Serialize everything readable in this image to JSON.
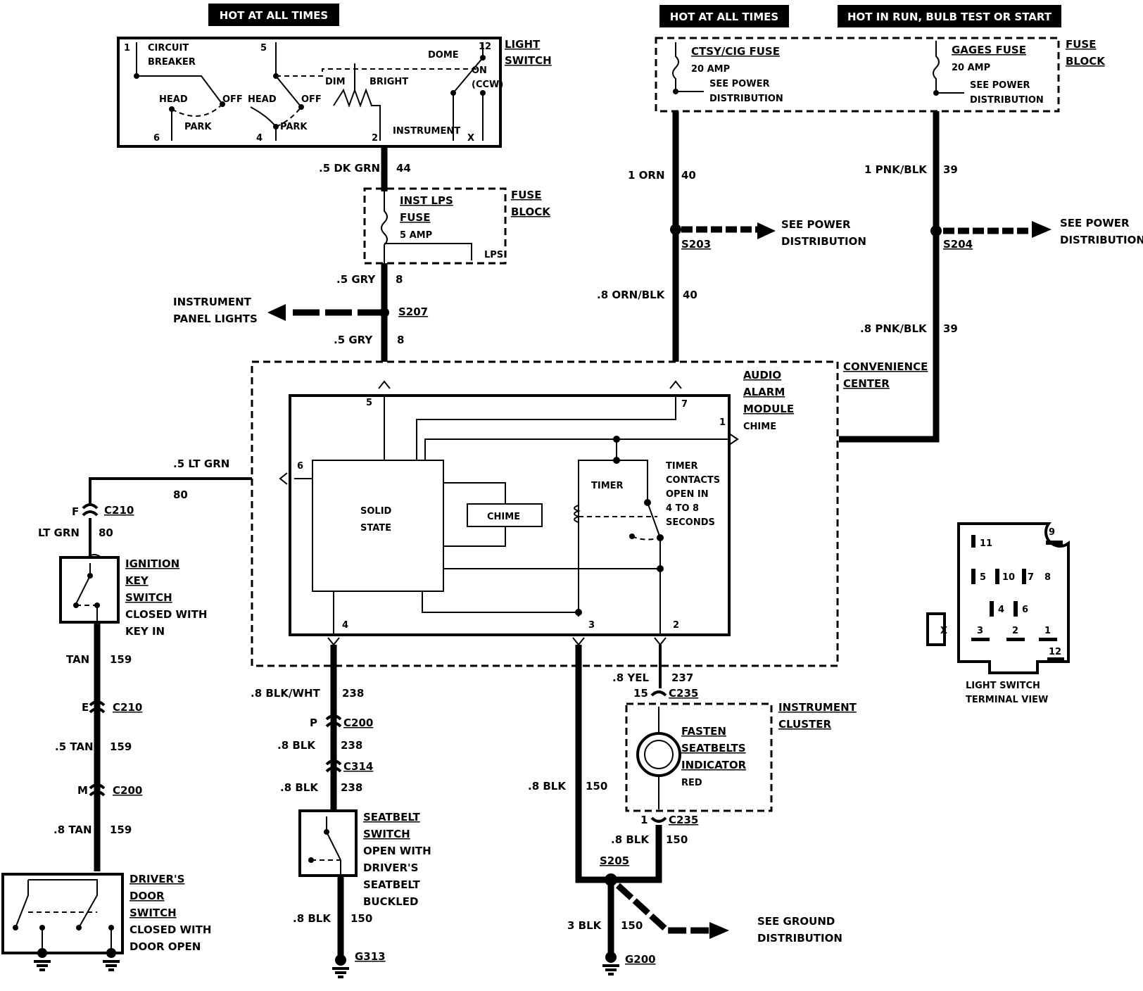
{
  "labels": {
    "hot_all_times_1": "HOT AT ALL TIMES",
    "hot_all_times_2": "HOT AT ALL TIMES",
    "hot_run": "HOT IN RUN, BULB TEST OR START",
    "light_switch_1": "LIGHT",
    "light_switch_2": "SWITCH",
    "circuit_breaker_1": "CIRCUIT",
    "circuit_breaker_2": "BREAKER",
    "dome": "DOME",
    "on": "ON",
    "ccw": "(CCW)",
    "dim": "DIM",
    "bright": "BRIGHT",
    "head_1": "HEAD",
    "head_2": "HEAD",
    "off_1": "OFF",
    "off_2": "OFF",
    "park_1": "PARK",
    "park_2": "PARK",
    "instrument": "INSTRUMENT",
    "ls_t1": "1",
    "ls_t5": "5",
    "ls_t12": "12",
    "ls_t6": "6",
    "ls_t4": "4",
    "ls_t2": "2",
    "ls_tx": "X",
    "w_5dkgrn": ".5 DK GRN",
    "c_44": "44",
    "inst_lps_fuse_1": "INST LPS",
    "inst_lps_fuse_2": "FUSE",
    "five_amp": "5 AMP",
    "lps": "LPS",
    "fuse_block_1a": "FUSE",
    "fuse_block_1b": "BLOCK",
    "w_5gry_1": ".5 GRY",
    "c_8_1": "8",
    "s207": "S207",
    "instrument_panel_lights_1": "INSTRUMENT",
    "instrument_panel_lights_2": "PANEL LIGHTS",
    "w_5gry_2": ".5 GRY",
    "c_8_2": "8",
    "ctsy_fuse": "CTSY/CIG FUSE",
    "amp20_1": "20 AMP",
    "see_power_1a": "SEE POWER",
    "see_power_1b": "DISTRIBUTION",
    "gages_fuse": "GAGES FUSE",
    "amp20_2": "20 AMP",
    "see_power_2a": "SEE POWER",
    "see_power_2b": "DISTRIBUTION",
    "fuse_block_2a": "FUSE",
    "fuse_block_2b": "BLOCK",
    "w_1orn": "1 ORN",
    "c_40_1": "40",
    "w_1pnkblk": "1 PNK/BLK",
    "c_39_1": "39",
    "s203": "S203",
    "s204": "S204",
    "see_power_3a": "SEE POWER",
    "see_power_3b": "DISTRIBUTION",
    "see_power_4a": "SEE POWER",
    "see_power_4b": "DISTRIBUTION",
    "w_8ornblk": ".8 ORN/BLK",
    "c_40_2": "40",
    "w_8pnkblk": ".8 PNK/BLK",
    "c_39_2": "39",
    "convenience_1": "CONVENIENCE",
    "convenience_2": "CENTER",
    "audio_1": "AUDIO",
    "audio_2": "ALARM",
    "audio_3": "MODULE",
    "audio_4": "CHIME",
    "pin_5": "5",
    "pin_7": "7",
    "pin_1": "1",
    "pin_6": "6",
    "pin_4": "4",
    "pin_3": "3",
    "pin_2": "2",
    "solid_state_1": "SOLID",
    "solid_state_2": "STATE",
    "chime": "CHIME",
    "timer": "TIMER",
    "timer_contacts_1": "TIMER",
    "timer_contacts_2": "CONTACTS",
    "timer_contacts_3": "OPEN IN",
    "timer_contacts_4": "4 TO 8",
    "timer_contacts_5": "SECONDS",
    "w_5ltgrn": ".5 LT GRN",
    "c_80_1": "80",
    "f": "F",
    "c210_1": "C210",
    "ltgrn": "LT GRN",
    "c_80_2": "80",
    "ign_1": "IGNITION",
    "ign_2": "KEY",
    "ign_3": "SWITCH",
    "ign_4": "CLOSED WITH",
    "ign_5": "KEY IN",
    "w_tan": "TAN",
    "c_159_1": "159",
    "e": "E",
    "c210_2": "C210",
    "w_5tan": ".5 TAN",
    "c_159_2": "159",
    "m": "M",
    "c200_1": "C200",
    "w_8tan": ".8 TAN",
    "c_159_3": "159",
    "door_1": "DRIVER'S",
    "door_2": "DOOR",
    "door_3": "SWITCH",
    "door_4": "CLOSED WITH",
    "door_5": "DOOR OPEN",
    "w_8blkwht": ".8 BLK/WHT",
    "c_238_1": "238",
    "p": "P",
    "c200_2": "C200",
    "w_8blk_1": ".8 BLK",
    "c_238_2": "238",
    "c314": "C314",
    "w_8blk_2": ".8 BLK",
    "c_238_3": "238",
    "sb_1": "SEATBELT",
    "sb_2": "SWITCH",
    "sb_3": "OPEN WITH",
    "sb_4": "DRIVER'S",
    "sb_5": "SEATBELT",
    "sb_6": "BUCKLED",
    "w_8blk_3": ".8 BLK",
    "c_150_1": "150",
    "g313": "G313",
    "w_8yel": ".8 YEL",
    "c_237": "237",
    "n15": "15",
    "c235_1": "C235",
    "ic_1": "INSTRUMENT",
    "ic_2": "CLUSTER",
    "fasten_1": "FASTEN",
    "fasten_2": "SEATBELTS",
    "fasten_3": "INDICATOR",
    "red": "RED",
    "w_8blk_4": ".8 BLK",
    "c_150_2": "150",
    "n1": "1",
    "c235_2": "C235",
    "w_8blk_5": ".8 BLK",
    "c_150_3": "150",
    "s205": "S205",
    "w_3blk": "3 BLK",
    "c_150_4": "150",
    "g200": "G200",
    "see_ground_1": "SEE GROUND",
    "see_ground_2": "DISTRIBUTION",
    "tv_11": "11",
    "tv_9": "9",
    "tv_5": "5",
    "tv_10": "10",
    "tv_7": "7",
    "tv_8": "8",
    "tv_4": "4",
    "tv_6": "6",
    "tv_3": "3",
    "tv_2": "2",
    "tv_1": "1",
    "tv_12": "12",
    "tv_x": "X",
    "tv_cap_1": "LIGHT SWITCH",
    "tv_cap_2": "TERMINAL VIEW"
  }
}
